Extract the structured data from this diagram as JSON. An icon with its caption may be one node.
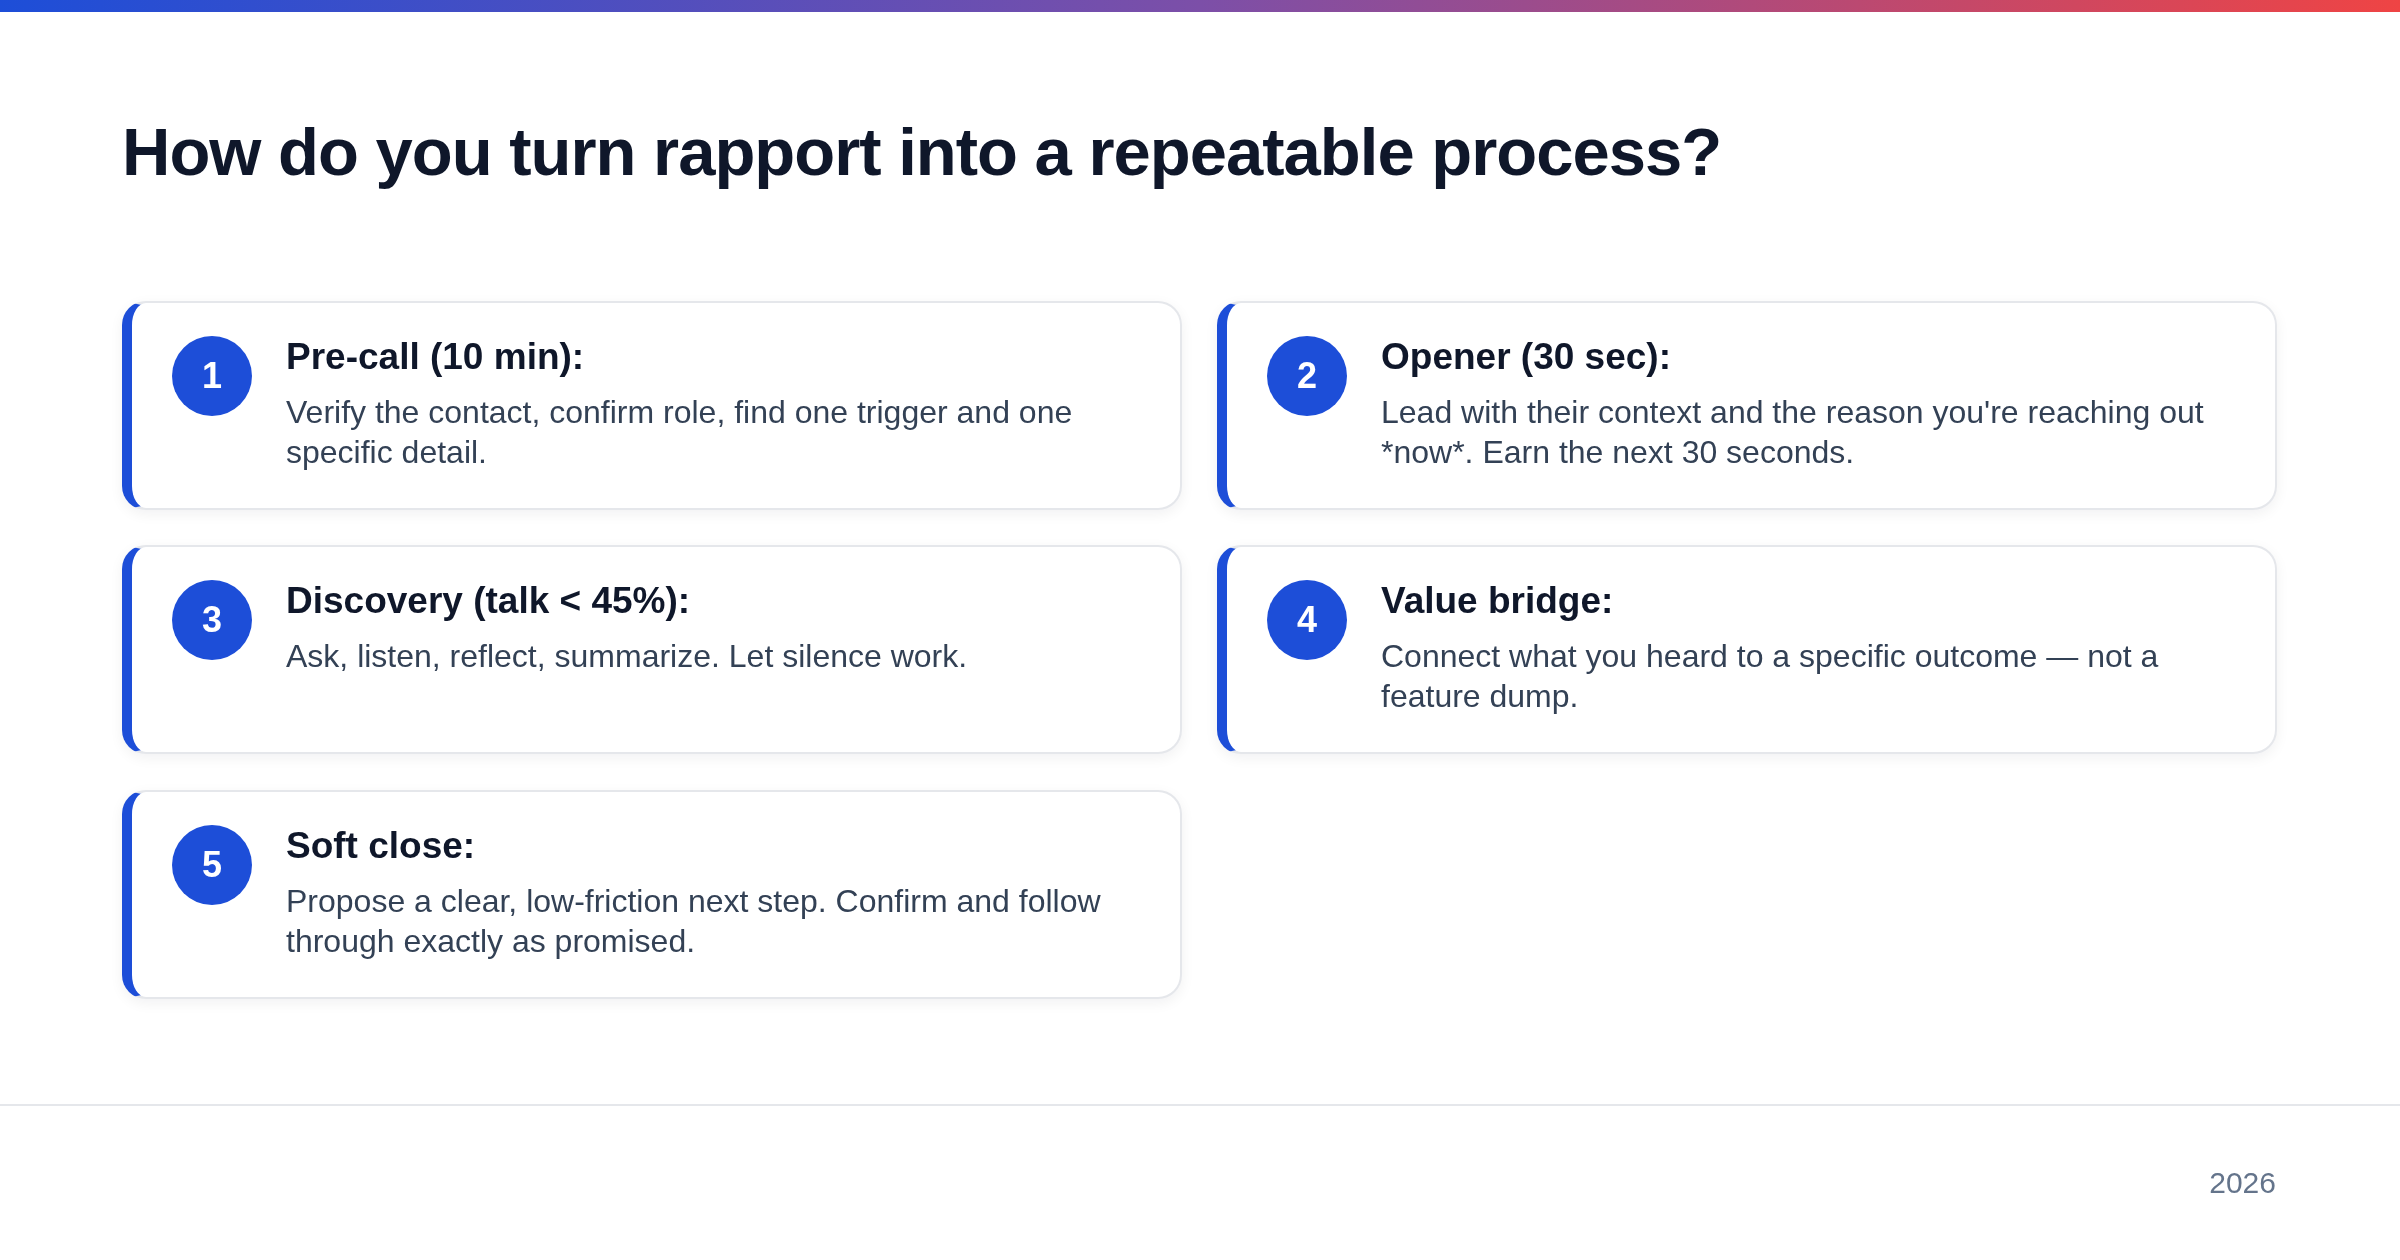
{
  "diagram": {
    "title": "How do you turn rapport into a repeatable process?",
    "nodes": [
      {
        "text": [
          "Pre-call (10 min):",
          "Verify the contact, confirm role, find one trigger and one specific detail."
        ]
      },
      {
        "text": [
          "1"
        ],
        "in": 0
      },
      {
        "text": [
          "Opener (30 sec):",
          "Lead with their context and the reason you're reaching out *now*. Earn the next 30 seconds."
        ]
      },
      {
        "text": [
          "2"
        ],
        "in": 2
      },
      {
        "text": [
          "Discovery (talk < 45%):",
          "Ask, listen, reflect, summarize. Let silence work."
        ]
      },
      {
        "text": [
          "3"
        ],
        "in": 4
      },
      {
        "text": [
          "Value bridge:",
          "Connect what you heard to a specific outcome — not a feature dump."
        ]
      },
      {
        "text": [
          "4"
        ],
        "in": 6
      },
      {
        "text": [
          "Soft close:",
          "Propose a clear, low-friction next step. Confirm and follow through exactly as promised."
        ]
      },
      {
        "text": [
          "5"
        ],
        "in": 8
      }
    ],
    "labels": [
      "2026"
    ]
  }
}
